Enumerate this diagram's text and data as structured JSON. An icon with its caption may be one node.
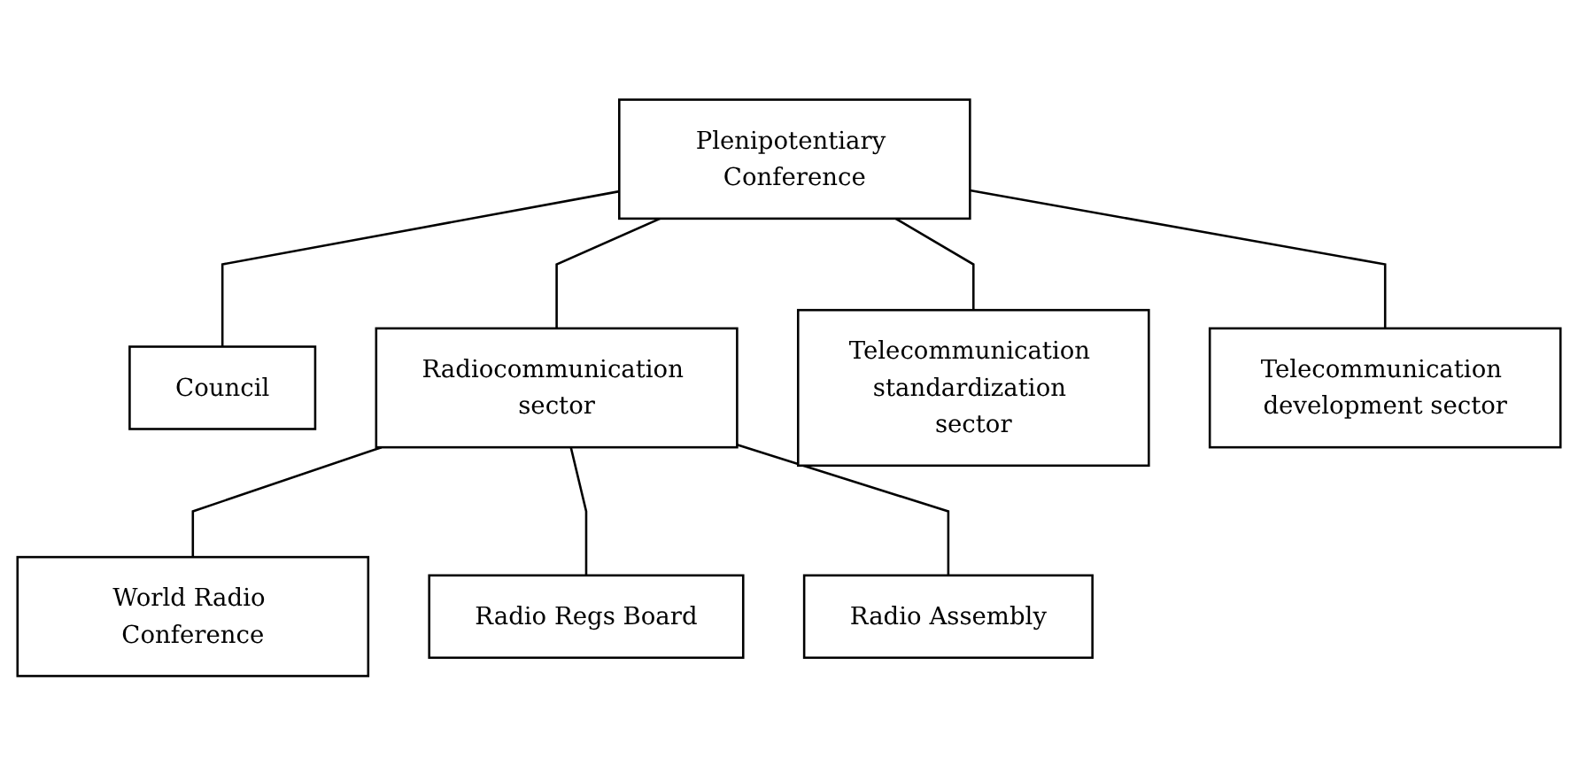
{
  "diagram": {
    "nodes": [
      {
        "text": [
          "Plenipotentiary Conference"
        ]
      },
      {
        "text": [
          "Council"
        ]
      },
      {
        "text": [
          "Radiocommunication sector"
        ]
      },
      {
        "text": [
          "Telecommunication standardization sector"
        ]
      },
      {
        "text": [
          "Telecommunication development sector"
        ]
      },
      {
        "text": [
          "World Radio Conference"
        ]
      },
      {
        "text": [
          "Radio Regs Board"
        ]
      },
      {
        "text": [
          "Radio Assembly"
        ]
      }
    ],
    "edges": [
      {
        "from": 0,
        "to": 1,
        "arrow": "none"
      },
      {
        "from": 0,
        "to": 2,
        "arrow": "none"
      },
      {
        "from": 0,
        "to": 3,
        "arrow": "none"
      },
      {
        "from": 0,
        "to": 4,
        "arrow": "none"
      },
      {
        "from": 2,
        "to": 5,
        "arrow": "none"
      },
      {
        "from": 2,
        "to": 6,
        "arrow": "none"
      },
      {
        "from": 2,
        "to": 7,
        "arrow": "none"
      }
    ]
  }
}
